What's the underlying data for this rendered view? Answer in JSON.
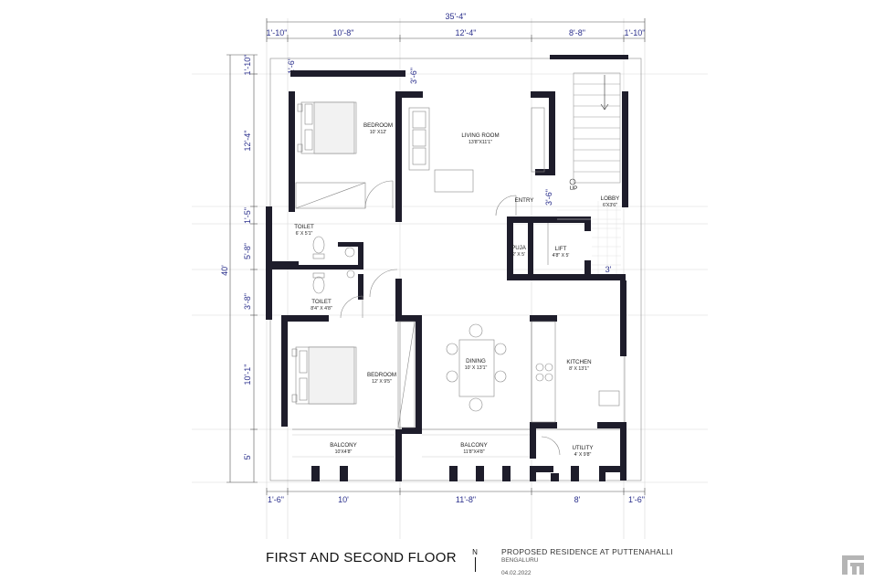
{
  "dimensions": {
    "overall_width": "35'-4\"",
    "overall_depth": "40'",
    "top": [
      "1'-10\"",
      "10'-8\"",
      "12'-4\"",
      "8'-8\"",
      "1'-10\""
    ],
    "bottom": [
      "1'-6\"",
      "10'",
      "11'-8\"",
      "8'",
      "1'-6\""
    ],
    "left": [
      "1'-10\"",
      "12'-4\"",
      "1'-5\"",
      "5'-8\"",
      "3'-8\"",
      "10'-1\"",
      "5'"
    ],
    "inner": [
      "1'-6\"",
      "3'-6\"",
      "3'-6\"",
      "3'"
    ]
  },
  "rooms": {
    "bedroom1": {
      "name": "BEDROOM",
      "size": "10' X12'"
    },
    "living": {
      "name": "LIVING ROOM",
      "size": "13'8\"X11'1\""
    },
    "entry": {
      "name": "ENTRY"
    },
    "up": {
      "name": "UP"
    },
    "lobby": {
      "name": "LOBBY",
      "size": "6'X3'6\""
    },
    "toilet1": {
      "name": "TOILET",
      "size": "6' X 5'1\""
    },
    "puja": {
      "name": "PUJA",
      "size": "2' X 5'"
    },
    "lift": {
      "name": "LIFT",
      "size": "4'8\" X 5'"
    },
    "toilet2": {
      "name": "TOILET",
      "size": "8'4\" X 4'8\""
    },
    "dining": {
      "name": "DINING",
      "size": "10' X 13'1\""
    },
    "bedroom2": {
      "name": "BEDROOM",
      "size": "12' X 9'5\""
    },
    "kitchen": {
      "name": "KITCHEN",
      "size": "8' X 13'1\""
    },
    "balcony1": {
      "name": "BALCONY",
      "size": "10'X4'8\""
    },
    "balcony2": {
      "name": "BALCONY",
      "size": "11'8\"X4'8\""
    },
    "utility": {
      "name": "UTILITY",
      "size": "4' X 9'8\""
    }
  },
  "footer": {
    "title": "FIRST AND SECOND FLOOR",
    "north": "N",
    "project": "PROPOSED RESIDENCE AT PUTTENAHALLI",
    "location": "BENGALURU",
    "date": "04.02.2022"
  },
  "colors": {
    "wall": "#1e1d2b",
    "dimension": "#2a2f8c",
    "line": "#9a9a9a"
  }
}
